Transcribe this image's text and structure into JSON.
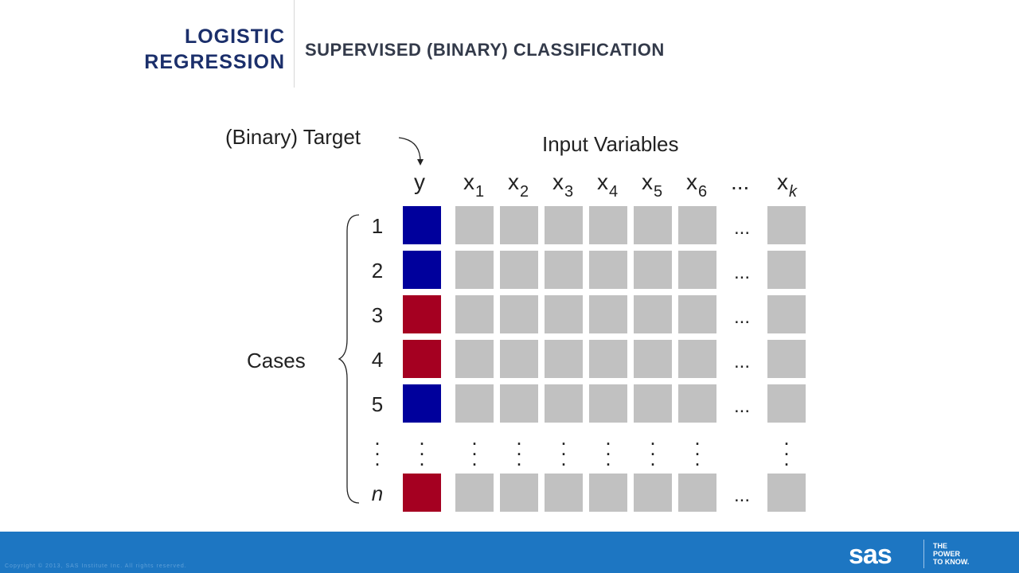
{
  "header": {
    "section_title_line1": "LOGISTIC",
    "section_title_line2": "REGRESSION",
    "slide_title": "SUPERVISED (BINARY) CLASSIFICATION"
  },
  "diagram": {
    "target_label": "(Binary) Target",
    "inputs_label": "Input Variables",
    "cases_label": "Cases",
    "target_column": "y",
    "input_columns": [
      {
        "letter": "x",
        "sub": "1"
      },
      {
        "letter": "x",
        "sub": "2"
      },
      {
        "letter": "x",
        "sub": "3"
      },
      {
        "letter": "x",
        "sub": "4"
      },
      {
        "letter": "x",
        "sub": "5"
      },
      {
        "letter": "x",
        "sub": "6"
      }
    ],
    "column_ellipsis": "...",
    "last_column": {
      "letter": "x",
      "sub": "k"
    },
    "rows": [
      {
        "label": "1",
        "target_class": "blue",
        "ellipsis": "..."
      },
      {
        "label": "2",
        "target_class": "blue",
        "ellipsis": "..."
      },
      {
        "label": "3",
        "target_class": "red",
        "ellipsis": "..."
      },
      {
        "label": "4",
        "target_class": "red",
        "ellipsis": "..."
      },
      {
        "label": "5",
        "target_class": "blue",
        "ellipsis": "..."
      },
      {
        "label": "n",
        "target_class": "red",
        "ellipsis": "..."
      }
    ],
    "colors": {
      "blue": "#00009c",
      "red": "#a50021",
      "grey": "#c1c1c1"
    }
  },
  "footer": {
    "copyright": "Copyright © 2013, SAS Institute Inc. All rights reserved.",
    "logo": "sas",
    "tagline_line1": "THE",
    "tagline_line2": "POWER",
    "tagline_line3": "TO KNOW."
  }
}
